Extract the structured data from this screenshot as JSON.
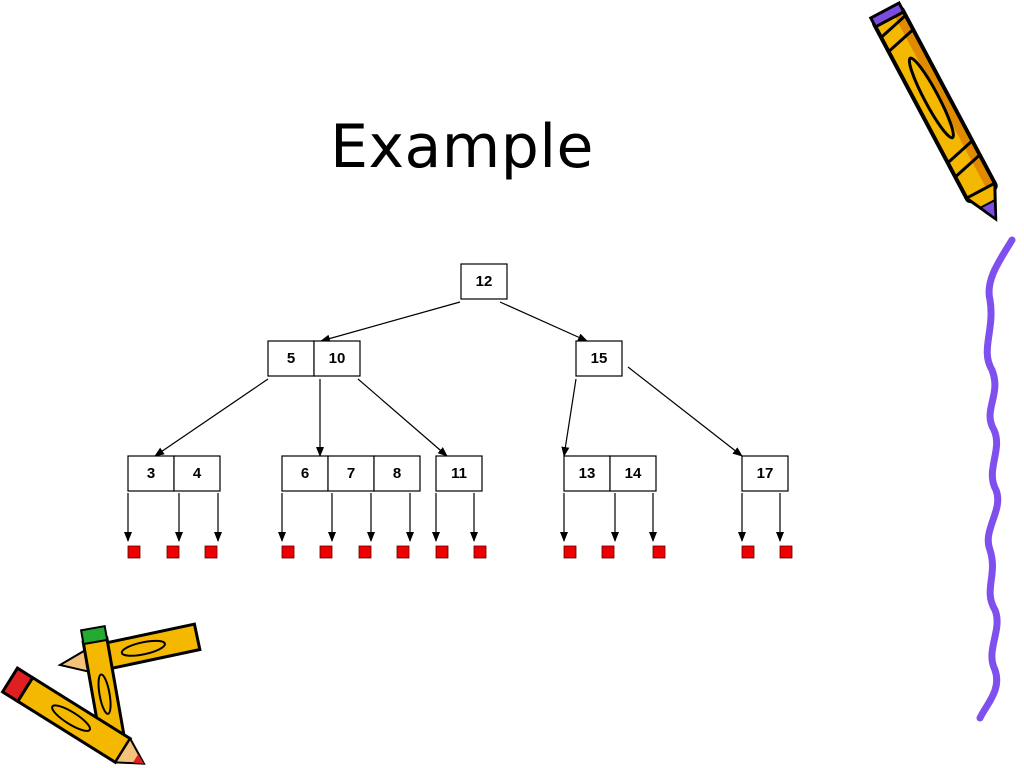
{
  "slide": {
    "title": "Example"
  },
  "colors": {
    "leaf": "#ee0000",
    "pencil_body": "#f5b800",
    "pencil_shadow": "#e08a00",
    "pencil_accent": "#7b4ce0",
    "squiggle": "#8050ee",
    "eraser_red": "#e02020",
    "tip_green": "#22aa33"
  },
  "tree": {
    "root": {
      "keys": [
        "12"
      ]
    },
    "level1": [
      {
        "keys": [
          "5",
          "10"
        ]
      },
      {
        "keys": [
          "15"
        ]
      }
    ],
    "level2": [
      {
        "keys": [
          "3",
          "4"
        ]
      },
      {
        "keys": [
          "6",
          "7",
          "8"
        ]
      },
      {
        "keys": [
          "11"
        ]
      },
      {
        "keys": [
          "13",
          "14"
        ]
      },
      {
        "keys": [
          "17"
        ]
      }
    ]
  },
  "decorations": [
    "pencil-icon",
    "crossed-pencils-icon",
    "squiggle-line"
  ]
}
